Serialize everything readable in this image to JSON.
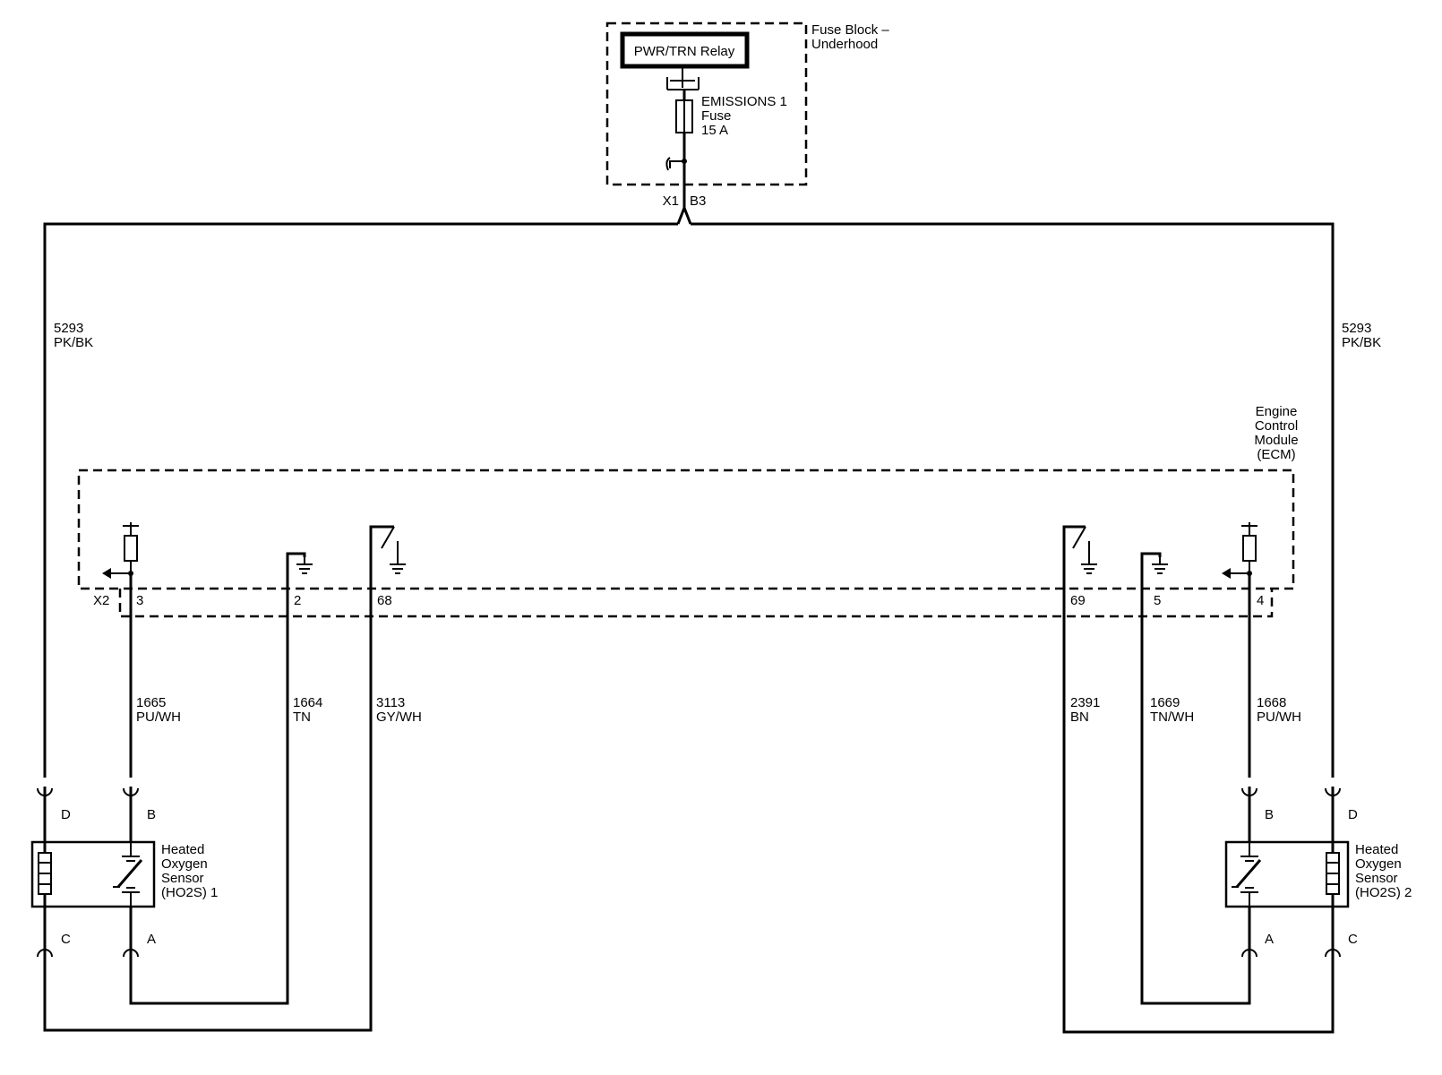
{
  "fuse_block": {
    "title_line1": "Fuse Block –",
    "title_line2": "Underhood",
    "relay_label": "PWR/TRN Relay",
    "fuse_line1": "EMISSIONS 1",
    "fuse_line2": "Fuse",
    "fuse_line3": "15 A",
    "connector": "X1",
    "pin": "B3"
  },
  "ecm": {
    "line1": "Engine",
    "line2": "Control",
    "line3": "Module",
    "line4": "(ECM)",
    "connector": "X2",
    "pins": [
      "3",
      "2",
      "68",
      "69",
      "5",
      "4"
    ]
  },
  "wires": {
    "power_left_circuit": "5293",
    "power_left_color": "PK/BK",
    "power_right_circuit": "5293",
    "power_right_color": "PK/BK",
    "w1_circuit": "1665",
    "w1_color": "PU/WH",
    "w2_circuit": "1664",
    "w2_color": "TN",
    "w3_circuit": "3113",
    "w3_color": "GY/WH",
    "w4_circuit": "2391",
    "w4_color": "BN",
    "w5_circuit": "1669",
    "w5_color": "TN/WH",
    "w6_circuit": "1668",
    "w6_color": "PU/WH"
  },
  "sensor1": {
    "line1": "Heated",
    "line2": "Oxygen",
    "line3": "Sensor",
    "line4": "(HO2S) 1",
    "pin_d": "D",
    "pin_b": "B",
    "pin_c": "C",
    "pin_a": "A"
  },
  "sensor2": {
    "line1": "Heated",
    "line2": "Oxygen",
    "line3": "Sensor",
    "line4": "(HO2S) 2",
    "pin_d": "D",
    "pin_b": "B",
    "pin_c": "C",
    "pin_a": "A"
  }
}
